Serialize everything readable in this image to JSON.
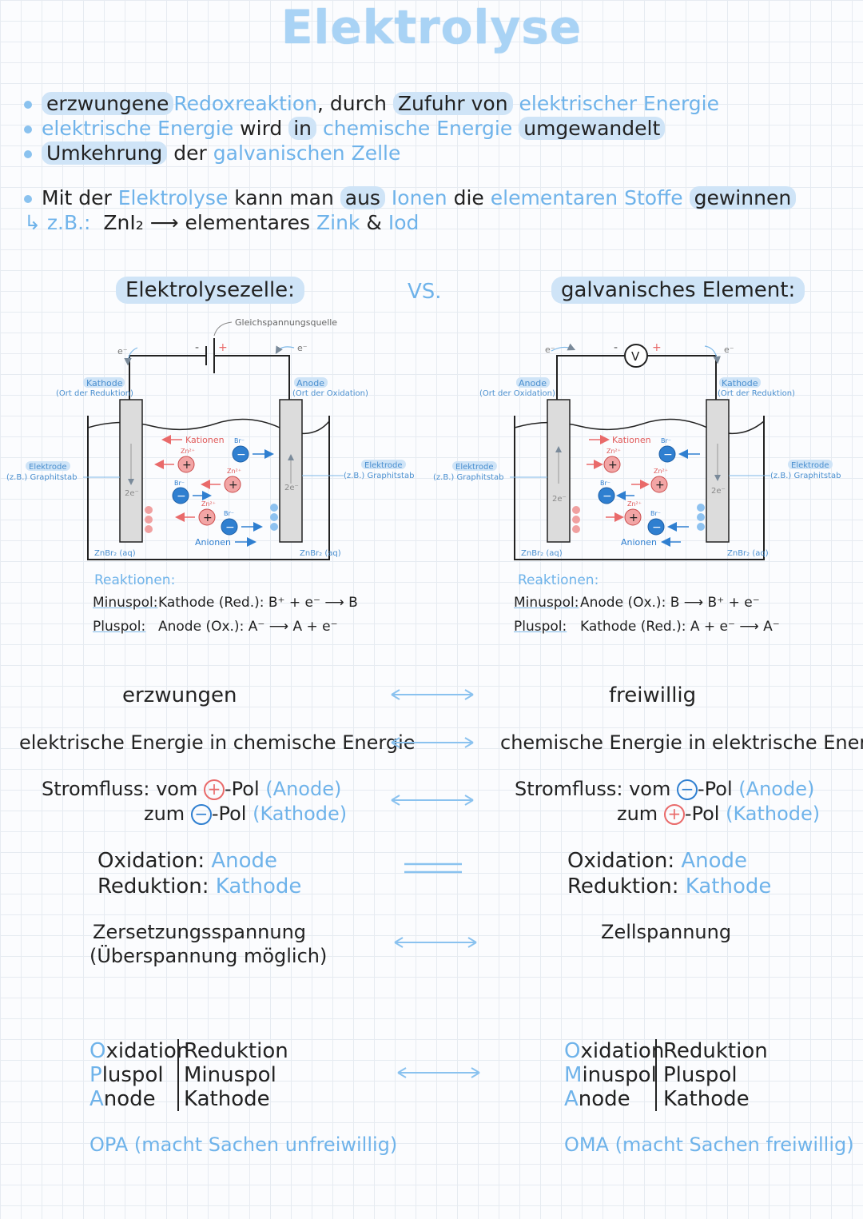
{
  "title": "Elektrolyse",
  "bullets": {
    "b1": {
      "p1": "erzwungene",
      "p2": "Redoxreaktion",
      "p3": ", durch",
      "p4": "Zufuhr von",
      "p5": "elektrischer Energie"
    },
    "b2": {
      "p1": "elektrische Energie",
      "p2": "wird",
      "p3": "in",
      "p4": "chemische Energie",
      "p5": "umgewandelt"
    },
    "b3": {
      "p1": "Umkehrung",
      "p2": "der",
      "p3": "galvanischen Zelle"
    },
    "b4": {
      "p1": "Mit der",
      "p2": "Elektrolyse",
      "p3": "kann man",
      "p4": "aus",
      "p5": "Ionen",
      "p6": "die",
      "p7": "elementaren Stoffe",
      "p8": "gewinnen"
    },
    "example": {
      "prefix": "↳ z.B.:",
      "formula": "ZnI₂",
      "arrow": "⟶",
      "text1": "elementares",
      "text2": "Zink",
      "amp": "&",
      "text3": "Iod"
    }
  },
  "vs_label": "VS.",
  "left": {
    "heading": "Elektrolysezelle:",
    "source_label": "Gleichspannungsquelle",
    "minus": "-",
    "plus": "+",
    "electron": "e⁻",
    "cathode_label": "Kathode",
    "cathode_sub": "(Ort der Reduktion)",
    "anode_label": "Anode",
    "anode_sub": "(Ort der Oxidation)",
    "electrode_label": "Elektrode",
    "electrode_sub": "(z.B.) Graphitstab",
    "kationen": "Kationen",
    "anionen": "Anionen",
    "zn": "Zn²⁺",
    "br": "Br⁻",
    "two_e": "2e⁻",
    "solution": "ZnBr₂ (aq)",
    "reactions_title": "Reaktionen:",
    "r1_pole": "Minuspol:",
    "r1_text": "Kathode (Red.): B⁺ + e⁻ ⟶ B",
    "r2_pole": "Pluspol:",
    "r2_text": "Anode (Ox.): A⁻ ⟶ A + e⁻"
  },
  "right": {
    "heading": "galvanisches Element:",
    "voltmeter": "V",
    "minus": "-",
    "plus": "+",
    "electron": "e⁻",
    "anode_label": "Anode",
    "anode_sub": "(Ort der Oxidation)",
    "cathode_label": "Kathode",
    "cathode_sub": "(Ort der Reduktion)",
    "electrode_label": "Elektrode",
    "electrode_sub": "(z.B.) Graphitstab",
    "kationen": "Kationen",
    "anionen": "Anionen",
    "zn": "Zn²⁺",
    "br": "Br⁻",
    "two_e": "2e⁻",
    "solution": "ZnBr₂ (aq)",
    "reactions_title": "Reaktionen:",
    "r1_pole": "Minuspol:",
    "r1_text": "Anode (Ox.): B ⟶ B⁺ + e⁻",
    "r2_pole": "Pluspol:",
    "r2_text": "Kathode (Red.): A + e⁻ ⟶ A⁻"
  },
  "compare": {
    "c1": {
      "left": "erzwungen",
      "right": "freiwillig"
    },
    "c2": {
      "left": "elektrische Energie in chemische Energie",
      "right": "chemische Energie in elektrische Energie"
    },
    "c3": {
      "left_a": "Stromfluss: vom",
      "left_b": "-Pol",
      "left_c": "(Anode)",
      "left_d": "zum",
      "left_e": "-Pol",
      "left_f": "(Kathode)",
      "right_a": "Stromfluss: vom",
      "right_b": "-Pol",
      "right_c": "(Anode)",
      "right_d": "zum",
      "right_e": "-Pol",
      "right_f": "(Kathode)"
    },
    "c4": {
      "ox": "Oxidation:",
      "ox_v": "Anode",
      "red": "Reduktion:",
      "red_v": "Kathode"
    },
    "c5": {
      "left_1": "Zersetzungsspannung",
      "left_2": "(Überspannung möglich)",
      "right": "Zellspannung"
    }
  },
  "mnemonic": {
    "left": {
      "col1": [
        {
          "f": "O",
          "r": "xidation"
        },
        {
          "f": "P",
          "r": "luspol"
        },
        {
          "f": "A",
          "r": "node"
        }
      ],
      "col2": [
        "Reduktion",
        "Minuspol",
        "Kathode"
      ],
      "note": "OPA (macht Sachen unfreiwillig)"
    },
    "right": {
      "col1": [
        {
          "f": "O",
          "r": "xidation"
        },
        {
          "f": "M",
          "r": "inuspol"
        },
        {
          "f": "A",
          "r": "node"
        }
      ],
      "col2": [
        "Reduktion",
        "Pluspol",
        "Kathode"
      ],
      "note": "OMA (macht Sachen freiwillig)"
    }
  },
  "colors": {
    "accent": "#6fb3ea",
    "highlight": "#cfe4f7",
    "cation": "#e96a6a",
    "anion": "#2f7fd0"
  }
}
